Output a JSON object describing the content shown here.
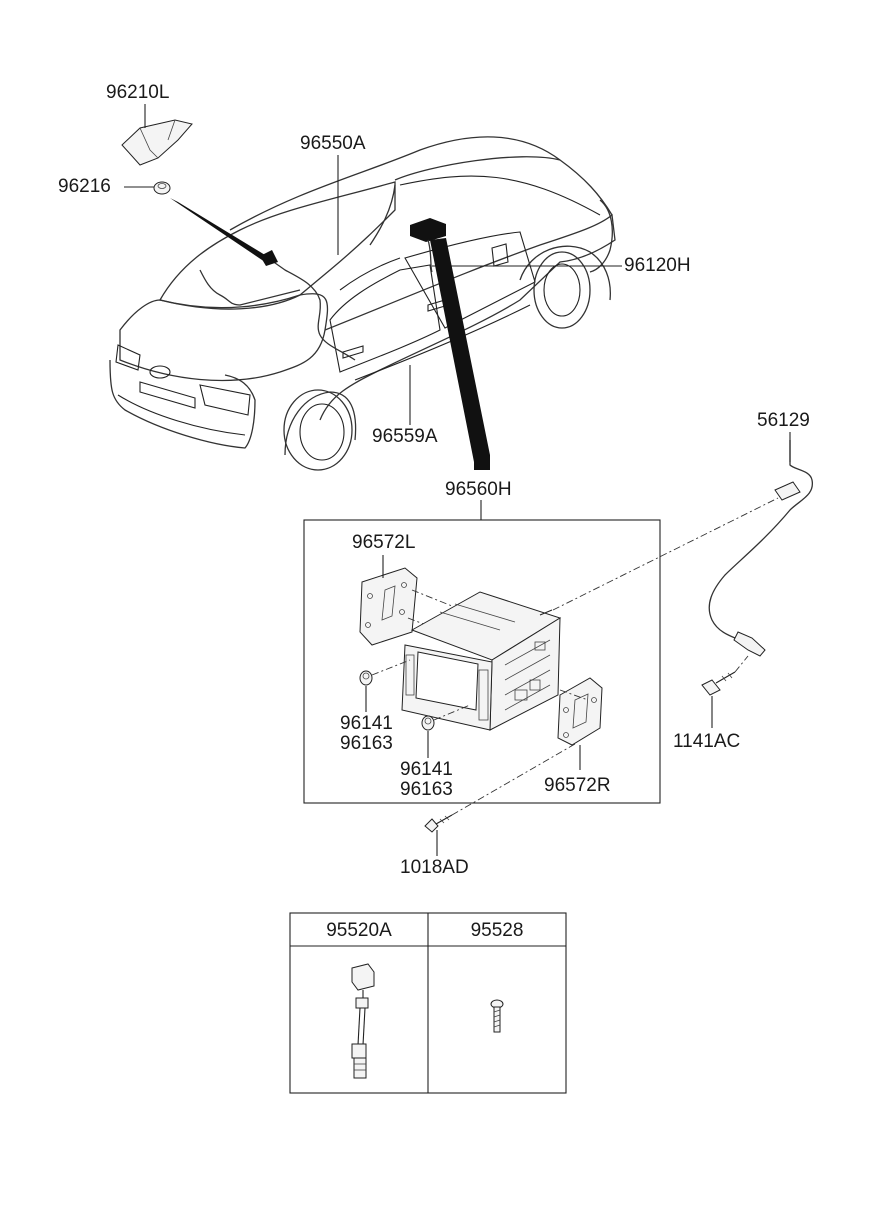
{
  "parts": {
    "p96210L": "96210L",
    "p96216": "96216",
    "p96550A": "96550A",
    "p96120H": "96120H",
    "p96559A": "96559A",
    "p96560H": "96560H",
    "p96572L": "96572L",
    "p56129": "56129",
    "p96141a": "96141",
    "p96163a": "96163",
    "p96141b": "96141",
    "p96163b": "96163",
    "p96572R": "96572R",
    "p1141AC": "1141AC",
    "p1018AD": "1018AD"
  },
  "table": {
    "col1": "95520A",
    "col2": "95528"
  }
}
